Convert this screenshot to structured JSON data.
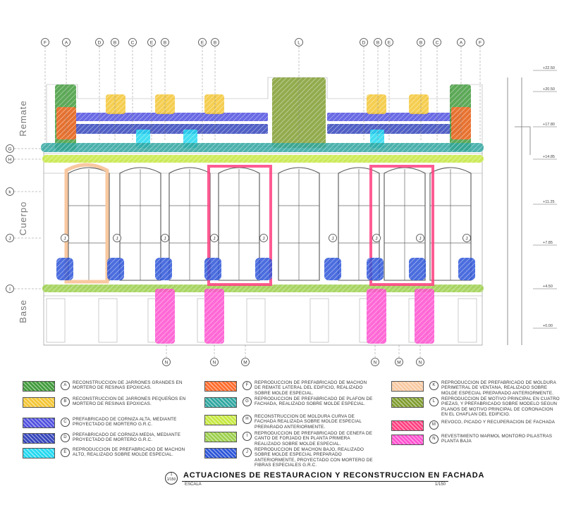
{
  "zones": {
    "remate": "Remate",
    "cuerpo": "Cuerpo",
    "base": "Base"
  },
  "top_tags": [
    "F",
    "A",
    "D",
    "B",
    "C",
    "E",
    "B",
    "E",
    "B",
    "L",
    "D",
    "B",
    "E",
    "B",
    "C",
    "A",
    "F"
  ],
  "side_tags": [
    "G",
    "H",
    "k",
    "J",
    "I"
  ],
  "bottom_tags": [
    "N",
    "N",
    "M",
    "N",
    "M",
    "N"
  ],
  "j_tags": [
    "J",
    "J",
    "J",
    "J",
    "J",
    "J",
    "J",
    "J",
    "J"
  ],
  "levels": [
    "+22.50",
    "+20.50",
    "+17.80",
    "+14.85",
    "+11.25",
    "+7.85",
    "+4.50",
    "+0.00"
  ],
  "colors": {
    "A": "#3f9a3a",
    "B": "#f3c533",
    "C": "#5050e0",
    "D": "#3344bb",
    "E": "#22d8f0",
    "F": "#ff6a2a",
    "G": "#2fa6a0",
    "H": "#c6e83e",
    "I": "#9bcf4a",
    "J": "#2b54d8",
    "K": "#f8c8a0",
    "L": "#7f9c2e",
    "M": "#ff3f80",
    "N": "#ff4fcf"
  },
  "legend": [
    {
      "tag": "A",
      "color": "#3f9a3a",
      "text": "RECONSTRUCCION DE JARRONES GRANDES EN MORTERO DE RESINAS EPOXICAS."
    },
    {
      "tag": "B",
      "color": "#f3c533",
      "text": "RECONSTRUCCION DE JARRONES PEQUEÑOS EN MORTERO DE RESINAS EPOXICAS."
    },
    {
      "tag": "C",
      "color": "#5050e0",
      "text": "PREFABRICADO DE CORNIZA ALTA, MEDIANTE PROYECTADO DE MORTERO G.R.C."
    },
    {
      "tag": "D",
      "color": "#3344bb",
      "text": "PREFABRICADO DE CORNIZA MEDIA, MEDIANTE PROYECTADO DE MORTERO G.R.C."
    },
    {
      "tag": "E",
      "color": "#22d8f0",
      "text": "REPRODUCCION DE PREFABRICADO DE MACHON ALTO, REALIZADO SOBRE MOLDE ESPECIAL."
    },
    {
      "tag": "F",
      "color": "#ff6a2a",
      "text": "REPRODUCCION DE PREFABRICADO DE MACHON DE REMATE LATERAL DEL EDIFICIO, REALIZADO SOBRE MOLDE ESPECIAL."
    },
    {
      "tag": "G",
      "color": "#2fa6a0",
      "text": "REPRODUCCION DE PREFABRICADO DE PLAFON DE FACHADA, REALIZADO SOBRE MOLDE ESPECIAL."
    },
    {
      "tag": "H",
      "color": "#c6e83e",
      "text": "RECONSTRUCCION DE MOLDURA CURVA DE FACHADA REALIZADA SOBRE MOLDE ESPECIAL PREPARADO ANTERIORMENTE."
    },
    {
      "tag": "I",
      "color": "#9bcf4a",
      "text": "REPRODUCCION DE PREFABRICADO DE CENEFA DE CANTO DE FORJADO EN PLANTA PRIMERA REALIZADO SOBRE MOLDE ESPECIAL."
    },
    {
      "tag": "J",
      "color": "#2b54d8",
      "text": "REPRODUCCION DE MACHON BAJO, REALIZADO SOBRE MOLDE ESPECIAL PREPARADO ANTERIORMENTE, PROYECTADO CON MORTERO DE FIBRAS ESPECIALES G.R.C."
    },
    {
      "tag": "K",
      "color": "#f8c8a0",
      "text": "REPRODUCCION DE PREFABRICADO DE MOLDURA PERIMETRAL DE VENTANA, REALIZADO SOBRE MOLDE ESPECIAL PREPARADO ANTERIORMENTE."
    },
    {
      "tag": "L",
      "color": "#7f9c2e",
      "text": "REPRODUCCION DE MOTIVO PRINCIPAL EN CUATRO PIEZAS, Y PREFABRICADO SOBRE MODELO SEGUN PLANOS DE MOTIVO PRINCIPAL DE CORONACION EN EL CHAFLAN DEL EDIFICIO."
    },
    {
      "tag": "M",
      "color": "#ff3f80",
      "text": "REVOCO, PICADO Y RECUPERACION DE FACHADA"
    },
    {
      "tag": "N",
      "color": "#ff4fcf",
      "text": "REVESTIMIENTO MARMOL MONTORO PILASTRAS PLANTA BAJA"
    }
  ],
  "title": {
    "scale_badge_top": "1",
    "scale_badge_bottom": "1/150",
    "main": "ACTUACIONES DE RESTAURACION Y RECONSTRUCCION EN FACHADA",
    "sub": "ESCALA",
    "scale": "1/150"
  }
}
